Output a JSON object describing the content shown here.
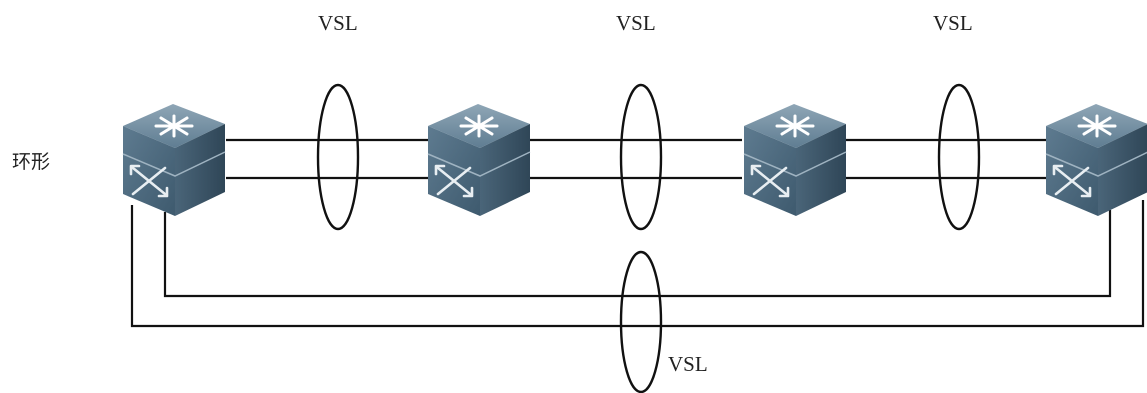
{
  "topology_label": "环形",
  "links": [
    {
      "label": "VSL"
    },
    {
      "label": "VSL"
    },
    {
      "label": "VSL"
    },
    {
      "label": "VSL"
    }
  ],
  "devices": [
    {
      "icon": "switch-icon"
    },
    {
      "icon": "switch-icon"
    },
    {
      "icon": "switch-icon"
    },
    {
      "icon": "switch-icon"
    }
  ],
  "colors": {
    "switch_top": "#6f8b9e",
    "switch_front": "#4d6a80",
    "switch_side": "#3a5366",
    "wire": "#111111"
  }
}
